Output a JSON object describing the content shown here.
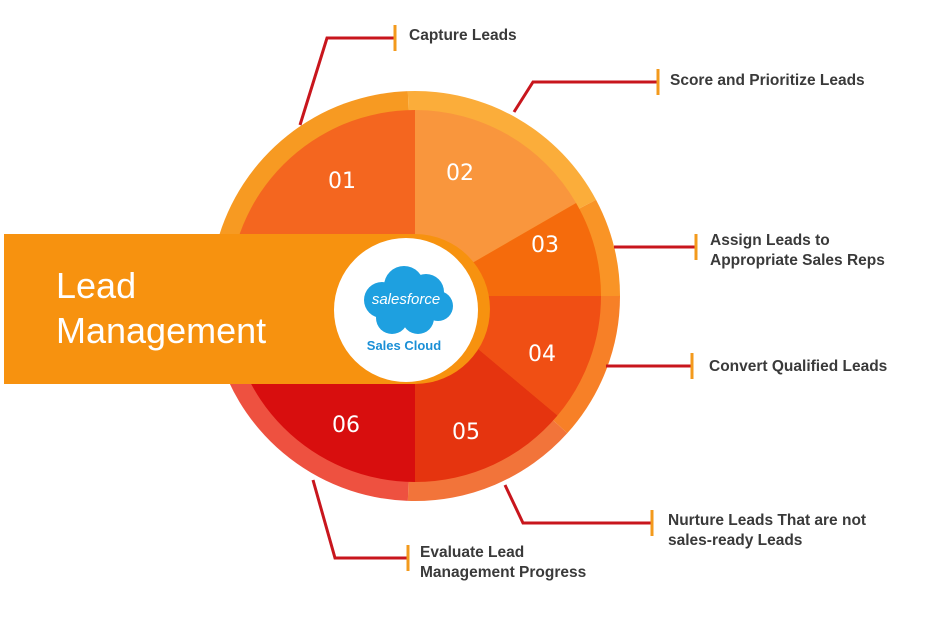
{
  "title_lines": [
    "Lead",
    "Management"
  ],
  "logo": {
    "brand": "salesforce",
    "product": "Sales Cloud",
    "cloud_color": "#1ea0e0"
  },
  "colors": {
    "banner": "#f7920f",
    "leader_line": "#c8161d",
    "tick": "#f39a1c"
  },
  "steps": [
    {
      "num": "01",
      "label_lines": [
        "Capture Leads"
      ],
      "color": "#f4661f",
      "ring": "#f79a22"
    },
    {
      "num": "02",
      "label_lines": [
        "Score and Prioritize Leads"
      ],
      "color": "#f9963d",
      "ring": "#fbad3a"
    },
    {
      "num": "03",
      "label_lines": [
        "Assign Leads to",
        "Appropriate Sales Reps"
      ],
      "color": "#f56b0c",
      "ring": "#f99426"
    },
    {
      "num": "04",
      "label_lines": [
        "Convert Qualified Leads"
      ],
      "color": "#f04f14",
      "ring": "#f78027"
    },
    {
      "num": "05",
      "label_lines": [
        "Nurture Leads That are not",
        "sales-ready Leads"
      ],
      "color": "#e5340f",
      "ring": "#f2743a"
    },
    {
      "num": "06",
      "label_lines": [
        "Evaluate Lead",
        "Management Progress"
      ],
      "color": "#d80e0e",
      "ring": "#ee5140"
    }
  ]
}
